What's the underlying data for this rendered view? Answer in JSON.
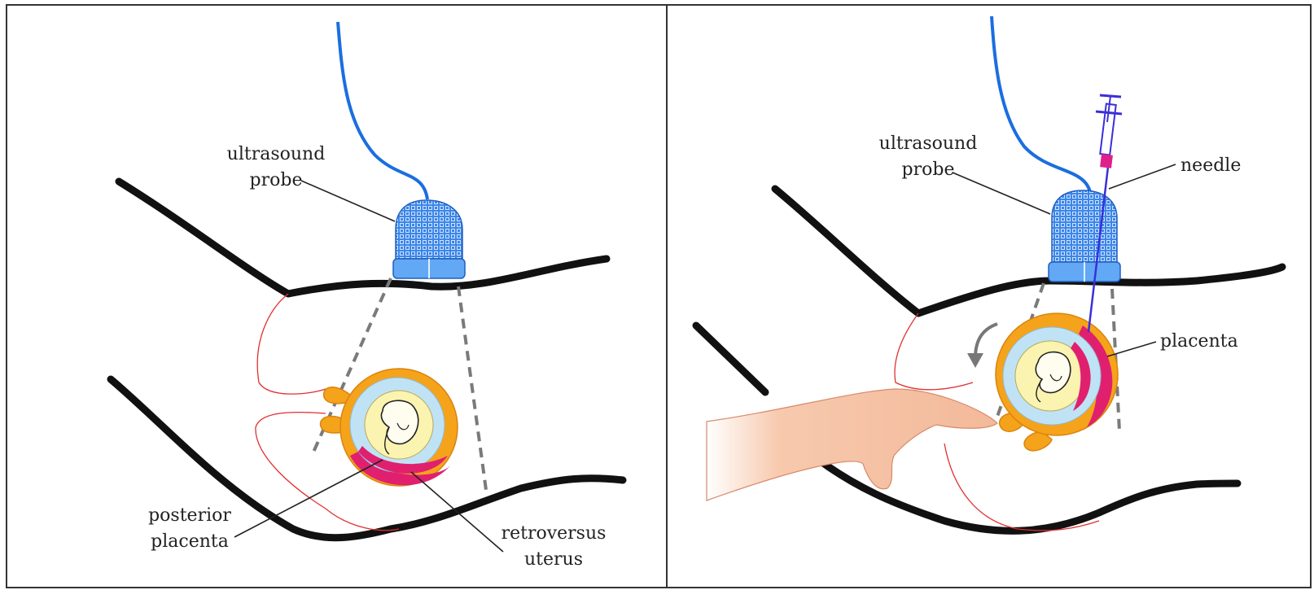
{
  "left_panel": {
    "labels": {
      "probe_line1": "ultrasound",
      "probe_line2": "probe",
      "placenta_line1": "posterior",
      "placenta_line2": "placenta",
      "uterus_line1": "retroversus",
      "uterus_line2": "uterus"
    }
  },
  "right_panel": {
    "labels": {
      "probe_line1": "ultrasound",
      "probe_line2": "probe",
      "needle": "needle",
      "placenta": "placenta"
    }
  },
  "colors": {
    "cable": "#1a6ee0",
    "probe": "#3d86e8",
    "needle": "#3a2fd8",
    "plunger": "#e0208a",
    "placenta_outer": "#f5a31a",
    "placenta_inner": "#e0206e",
    "amniotic": "#bfe3f5",
    "yolk": "#fbf3b0",
    "skin": "#f7c9ad",
    "beam": "#7a7a7a"
  }
}
